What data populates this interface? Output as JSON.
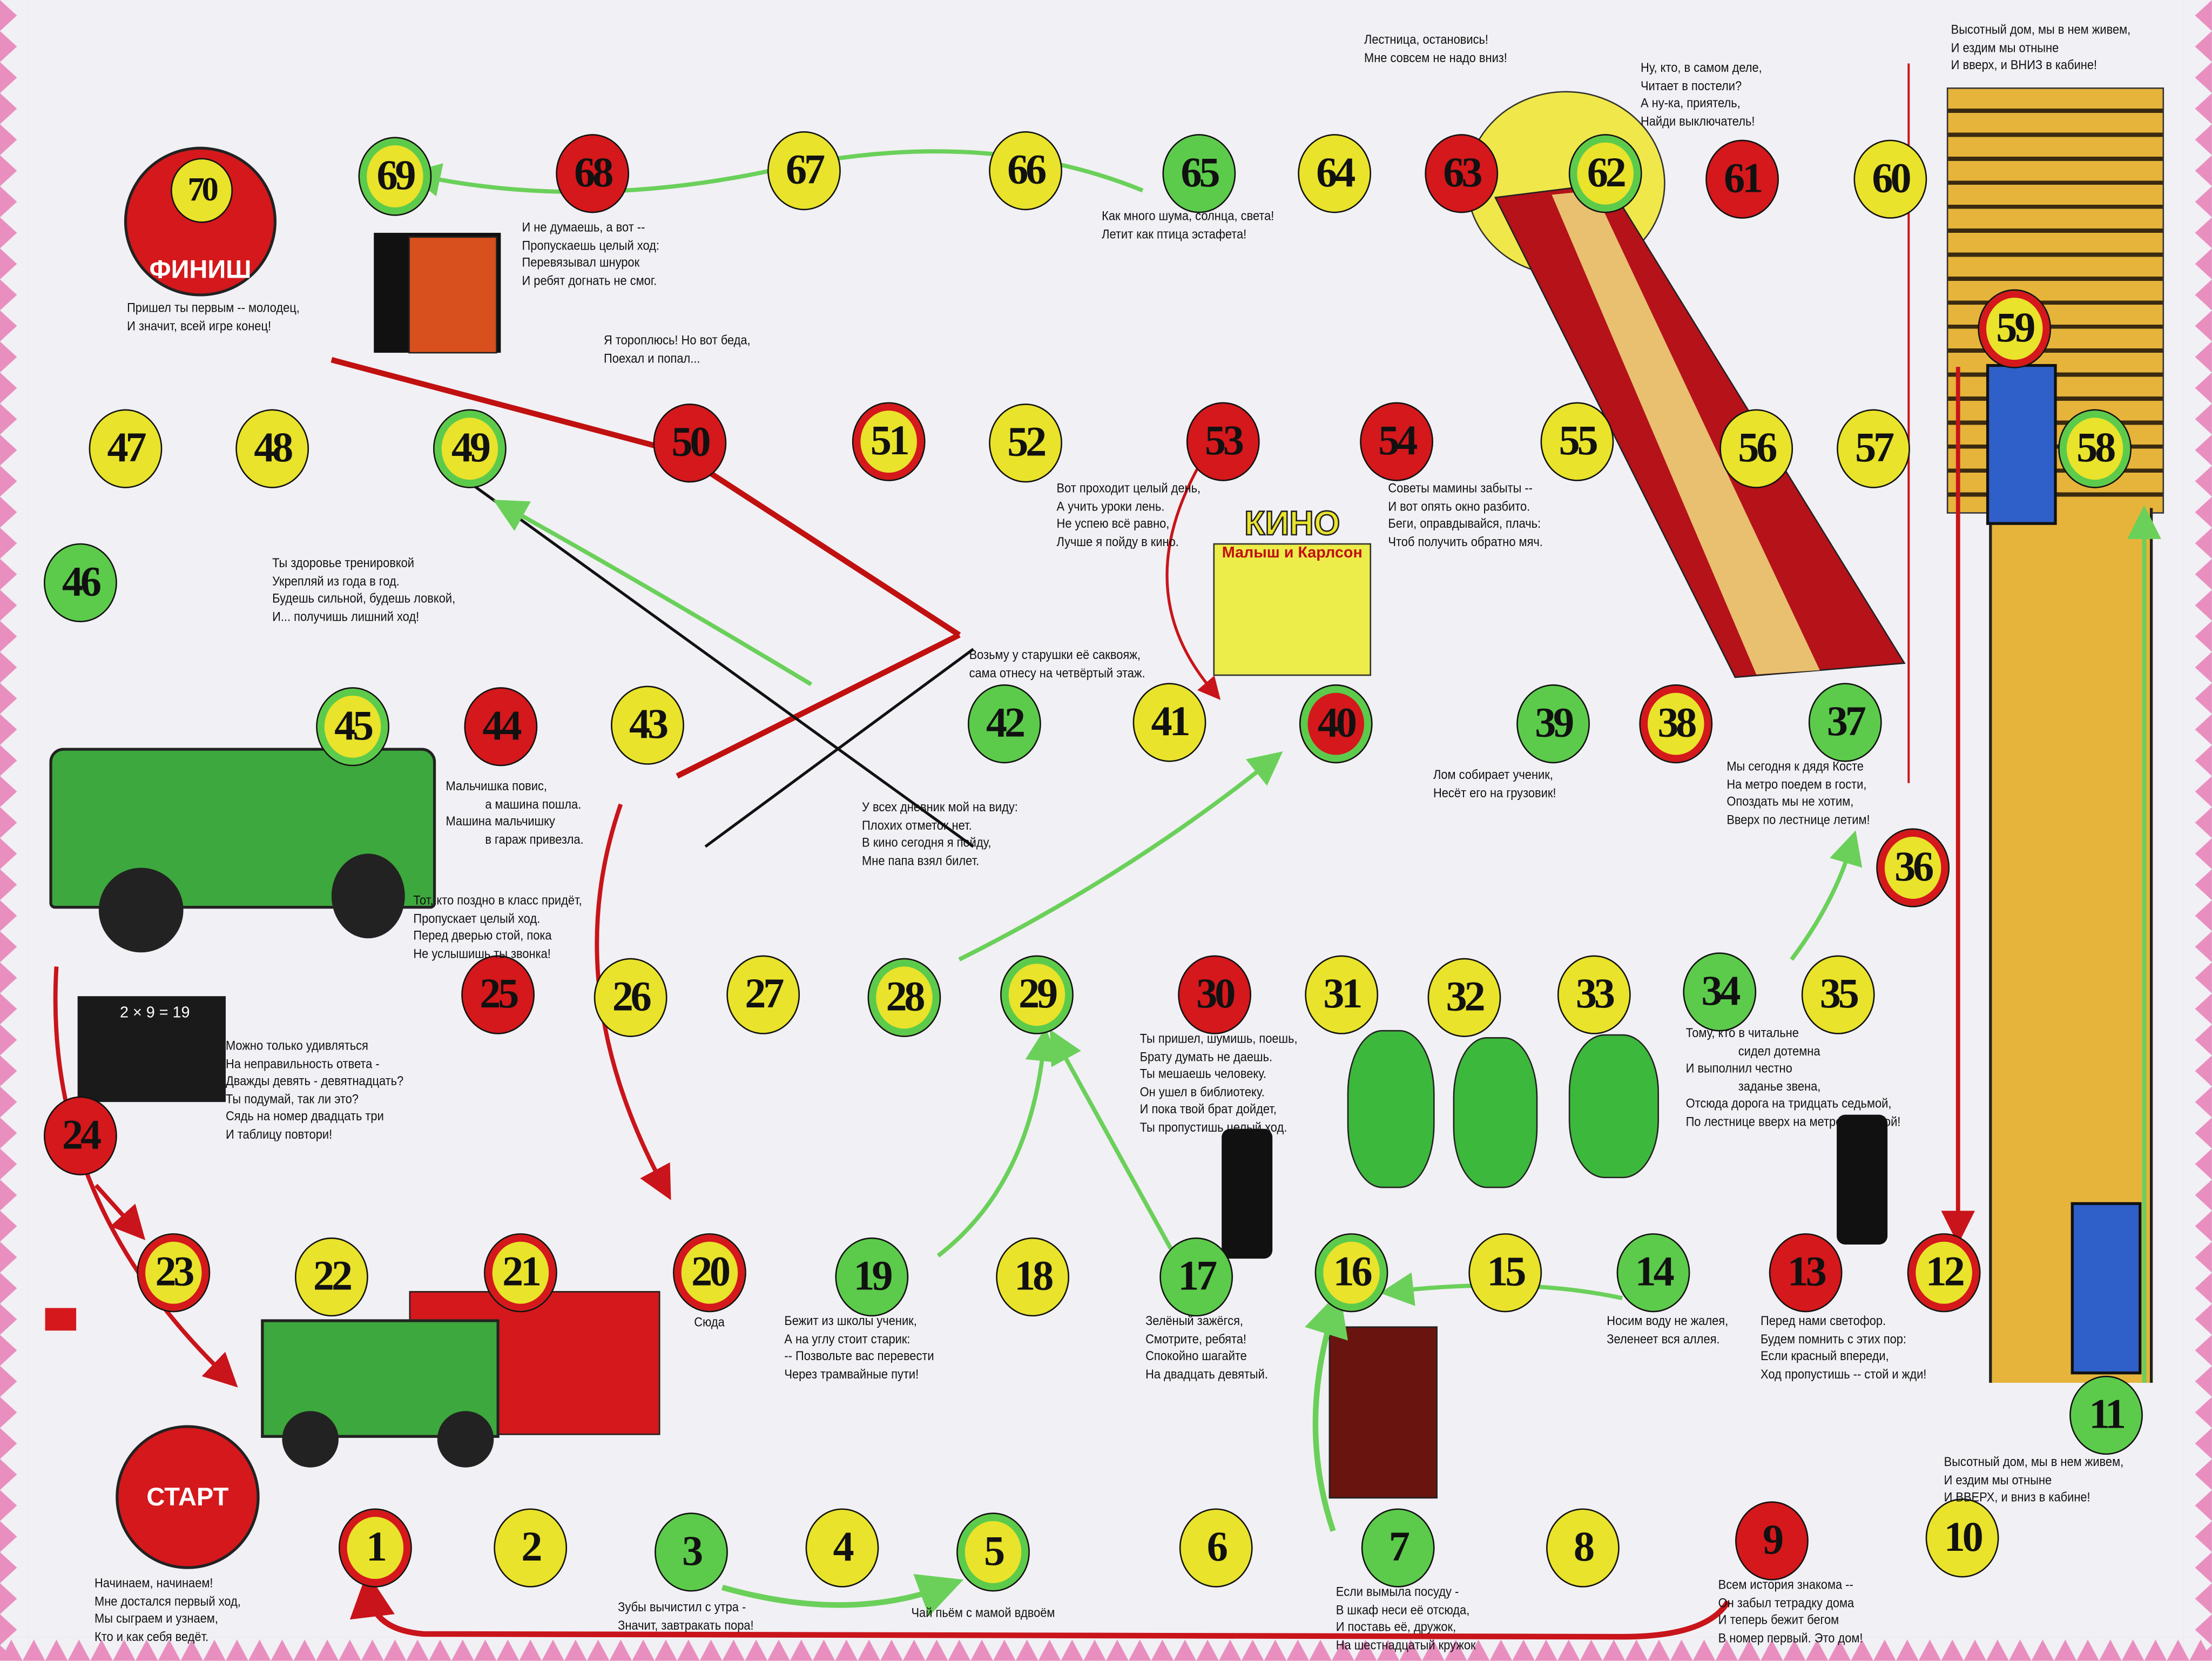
{
  "colors": {
    "yellow": "#e9e32b",
    "green": "#5ccb4b",
    "red": "#d4181c",
    "pink": "#e98fc0",
    "tower": "#e6b43a",
    "cabin": "#2f5fc8"
  },
  "start_label": "СТАРТ",
  "finish_label": "ФИНИШ",
  "kino_poster": {
    "title": "КИНО",
    "subtitle": "Малыш и Карлсон"
  },
  "blackboard": "2 × 9 = 19",
  "squares": [
    {
      "n": "1",
      "fill": "yellow",
      "ring": "red"
    },
    {
      "n": "2",
      "fill": "yellow",
      "ring": ""
    },
    {
      "n": "3",
      "fill": "green",
      "ring": ""
    },
    {
      "n": "4",
      "fill": "yellow",
      "ring": ""
    },
    {
      "n": "5",
      "fill": "yellow",
      "ring": "green"
    },
    {
      "n": "6",
      "fill": "yellow",
      "ring": ""
    },
    {
      "n": "7",
      "fill": "green",
      "ring": ""
    },
    {
      "n": "8",
      "fill": "yellow",
      "ring": ""
    },
    {
      "n": "9",
      "fill": "red",
      "ring": ""
    },
    {
      "n": "10",
      "fill": "yellow",
      "ring": ""
    },
    {
      "n": "11",
      "fill": "green",
      "ring": ""
    },
    {
      "n": "12",
      "fill": "yellow",
      "ring": "red"
    },
    {
      "n": "13",
      "fill": "red",
      "ring": ""
    },
    {
      "n": "14",
      "fill": "green",
      "ring": ""
    },
    {
      "n": "15",
      "fill": "yellow",
      "ring": ""
    },
    {
      "n": "16",
      "fill": "yellow",
      "ring": "green"
    },
    {
      "n": "17",
      "fill": "green",
      "ring": ""
    },
    {
      "n": "18",
      "fill": "yellow",
      "ring": ""
    },
    {
      "n": "19",
      "fill": "green",
      "ring": ""
    },
    {
      "n": "20",
      "fill": "yellow",
      "ring": "red"
    },
    {
      "n": "21",
      "fill": "yellow",
      "ring": "red"
    },
    {
      "n": "22",
      "fill": "yellow",
      "ring": ""
    },
    {
      "n": "23",
      "fill": "yellow",
      "ring": "red"
    },
    {
      "n": "24",
      "fill": "red",
      "ring": ""
    },
    {
      "n": "25",
      "fill": "red",
      "ring": ""
    },
    {
      "n": "26",
      "fill": "yellow",
      "ring": ""
    },
    {
      "n": "27",
      "fill": "yellow",
      "ring": ""
    },
    {
      "n": "28",
      "fill": "yellow",
      "ring": "green"
    },
    {
      "n": "29",
      "fill": "yellow",
      "ring": "green"
    },
    {
      "n": "30",
      "fill": "red",
      "ring": ""
    },
    {
      "n": "31",
      "fill": "yellow",
      "ring": ""
    },
    {
      "n": "32",
      "fill": "yellow",
      "ring": ""
    },
    {
      "n": "33",
      "fill": "yellow",
      "ring": ""
    },
    {
      "n": "34",
      "fill": "green",
      "ring": ""
    },
    {
      "n": "35",
      "fill": "yellow",
      "ring": ""
    },
    {
      "n": "36",
      "fill": "yellow",
      "ring": "red"
    },
    {
      "n": "37",
      "fill": "green",
      "ring": ""
    },
    {
      "n": "38",
      "fill": "yellow",
      "ring": "red"
    },
    {
      "n": "39",
      "fill": "green",
      "ring": ""
    },
    {
      "n": "40",
      "fill": "red",
      "ring": "green"
    },
    {
      "n": "41",
      "fill": "yellow",
      "ring": ""
    },
    {
      "n": "42",
      "fill": "green",
      "ring": ""
    },
    {
      "n": "43",
      "fill": "yellow",
      "ring": ""
    },
    {
      "n": "44",
      "fill": "red",
      "ring": ""
    },
    {
      "n": "45",
      "fill": "yellow",
      "ring": "green"
    },
    {
      "n": "46",
      "fill": "green",
      "ring": ""
    },
    {
      "n": "47",
      "fill": "yellow",
      "ring": ""
    },
    {
      "n": "48",
      "fill": "yellow",
      "ring": ""
    },
    {
      "n": "49",
      "fill": "yellow",
      "ring": "green"
    },
    {
      "n": "50",
      "fill": "red",
      "ring": ""
    },
    {
      "n": "51",
      "fill": "yellow",
      "ring": "red"
    },
    {
      "n": "52",
      "fill": "yellow",
      "ring": ""
    },
    {
      "n": "53",
      "fill": "red",
      "ring": ""
    },
    {
      "n": "54",
      "fill": "red",
      "ring": ""
    },
    {
      "n": "55",
      "fill": "yellow",
      "ring": ""
    },
    {
      "n": "56",
      "fill": "yellow",
      "ring": ""
    },
    {
      "n": "57",
      "fill": "yellow",
      "ring": ""
    },
    {
      "n": "58",
      "fill": "yellow",
      "ring": "green"
    },
    {
      "n": "59",
      "fill": "yellow",
      "ring": "red"
    },
    {
      "n": "60",
      "fill": "yellow",
      "ring": ""
    },
    {
      "n": "61",
      "fill": "red",
      "ring": ""
    },
    {
      "n": "62",
      "fill": "yellow",
      "ring": "green"
    },
    {
      "n": "63",
      "fill": "red",
      "ring": ""
    },
    {
      "n": "64",
      "fill": "yellow",
      "ring": ""
    },
    {
      "n": "65",
      "fill": "green",
      "ring": ""
    },
    {
      "n": "66",
      "fill": "yellow",
      "ring": ""
    },
    {
      "n": "67",
      "fill": "yellow",
      "ring": ""
    },
    {
      "n": "68",
      "fill": "red",
      "ring": ""
    },
    {
      "n": "69",
      "fill": "yellow",
      "ring": "green"
    },
    {
      "n": "70",
      "fill": "yellow",
      "ring": ""
    }
  ],
  "verses": [
    {
      "id": "finish",
      "lines": [
        "Пришел ты первым -- молодец,",
        "И значит, всей игре конец!"
      ]
    },
    {
      "id": "68",
      "lines": [
        "И не думаешь, а вот --",
        "Пропускаешь целый ход:",
        "Перевязывал шнурок",
        "И ребят догнать не смог."
      ]
    },
    {
      "id": "50",
      "lines": [
        "Я тороплюсь! Но вот беда,",
        "Поехал и попал..."
      ]
    },
    {
      "id": "65",
      "lines": [
        "Как много шума, солнца, света!",
        "Летит как птица эстафета!"
      ]
    },
    {
      "id": "63",
      "lines": [
        "Лестница, остановись!",
        "Мне совсем не надо вниз!"
      ]
    },
    {
      "id": "61",
      "lines": [
        "Ну, кто, в самом деле,",
        "Читает в постели?",
        "А ну-ка, приятель,",
        "Найди выключатель!"
      ]
    },
    {
      "id": "59",
      "lines": [
        "Высотный дом, мы в нем живем,",
        "И ездим мы отныне",
        "И вверх, и ВНИЗ в кабине!"
      ]
    },
    {
      "id": "46",
      "lines": [
        "Ты здоровье тренировкой",
        "Укрепляй из года в год.",
        "Будешь сильной, будешь ловкой,",
        "И... получишь лишний ход!"
      ]
    },
    {
      "id": "53",
      "lines": [
        "Вот проходит целый день,",
        "А учить уроки лень.",
        "Не успею всё равно,",
        "Лучше я пойду в кино."
      ]
    },
    {
      "id": "54",
      "lines": [
        "Советы мамины забыты --",
        "И вот опять окно разбито.",
        "Беги, оправдывайся, плачь:",
        "Чтоб получить обратно мяч."
      ]
    },
    {
      "id": "42",
      "lines": [
        "Возьму у старушки её саквояж,",
        "сама отнесу на четвёртый этаж."
      ]
    },
    {
      "id": "28",
      "lines": [
        "У всех дневник мой на виду:",
        "Плохих отметок нет.",
        "В кино сегодня я пойду,",
        "Мне папа взял билет."
      ]
    },
    {
      "id": "39",
      "lines": [
        "Лом собирает ученик,",
        "Несёт его на грузовик!"
      ]
    },
    {
      "id": "37",
      "lines": [
        "Мы сегодня к дядя Косте",
        "На метро поедем в гости,",
        "Опоздать мы не хотим,",
        "Вверх по лестнице летим!"
      ]
    },
    {
      "id": "44",
      "lines": [
        "Мальчишка повис,",
        "            а машина пошла.",
        "Машина мальчишку",
        "            в гараж привезла."
      ]
    },
    {
      "id": "25",
      "lines": [
        "Тот, кто поздно в класс придёт,",
        "Пропускает целый ход.",
        "Перед дверью стой, пока",
        "Не услышишь ты звонка!"
      ]
    },
    {
      "id": "24",
      "lines": [
        "Можно только удивляться",
        "На неправильность ответа -",
        "Дважды девять - девятнадцать?",
        "Ты подумай, так ли это?",
        "Сядь на номер двадцать три",
        "И таблицу повтори!"
      ]
    },
    {
      "id": "30",
      "lines": [
        "Ты пришел, шумишь, поешь,",
        "Брату думать не даешь.",
        "Ты мешаешь человеку.",
        "Он ушел в библиотеку.",
        "И пока твой брат дойдет,",
        "Ты пропустишь целый ход."
      ]
    },
    {
      "id": "34",
      "lines": [
        "Тому, кто в читальне",
        "                сидел дотемна",
        "И выполнил честно",
        "                заданье звена,",
        "Отсюда дорога на тридцать седьмой,",
        "По лестнице вверх на метро - и домой!"
      ]
    },
    {
      "id": "20",
      "lines": [
        "Сюда"
      ]
    },
    {
      "id": "19",
      "lines": [
        "Бежит из школы ученик,",
        "А на углу стоит старик:",
        "-- Позвольте вас перевести",
        "Через трамвайные пути!"
      ]
    },
    {
      "id": "17",
      "lines": [
        "Зелёный зажёгся,",
        "Смотрите, ребята!",
        "Спокойно шагайте",
        "На двадцать девятый."
      ]
    },
    {
      "id": "14",
      "lines": [
        "Носим воду не жалея,",
        "Зеленеет вся аллея."
      ]
    },
    {
      "id": "13",
      "lines": [
        "Перед нами светофор.",
        "Будем помнить с этих пор:",
        "Если красный впереди,",
        "Ход пропустишь -- стой и жди!"
      ]
    },
    {
      "id": "11",
      "lines": [
        "Высотный дом, мы в нем живем,",
        "И ездим мы отныне",
        "И ВВЕРХ, и вниз в кабине!"
      ]
    },
    {
      "id": "start",
      "lines": [
        "Начинаем, начинаем!",
        "Мне достался первый ход,",
        "Мы сыграем и узнаем,",
        "Кто и как себя ведёт."
      ]
    },
    {
      "id": "3",
      "lines": [
        "Зубы вычистил с утра -",
        "Значит, завтракать пора!"
      ]
    },
    {
      "id": "5",
      "lines": [
        "Чай пьём с мамой вдвоём"
      ]
    },
    {
      "id": "7",
      "lines": [
        "Если вымыла посуду -",
        "В шкаф неси её отсюда,",
        "И поставь её, дружок,",
        "На шестнадцатый кружок"
      ]
    },
    {
      "id": "9",
      "lines": [
        "Всем история знакома --",
        "Он забыл тетрадку дома",
        "И теперь бежит бегом",
        "В номер первый. Это дом!"
      ]
    }
  ]
}
